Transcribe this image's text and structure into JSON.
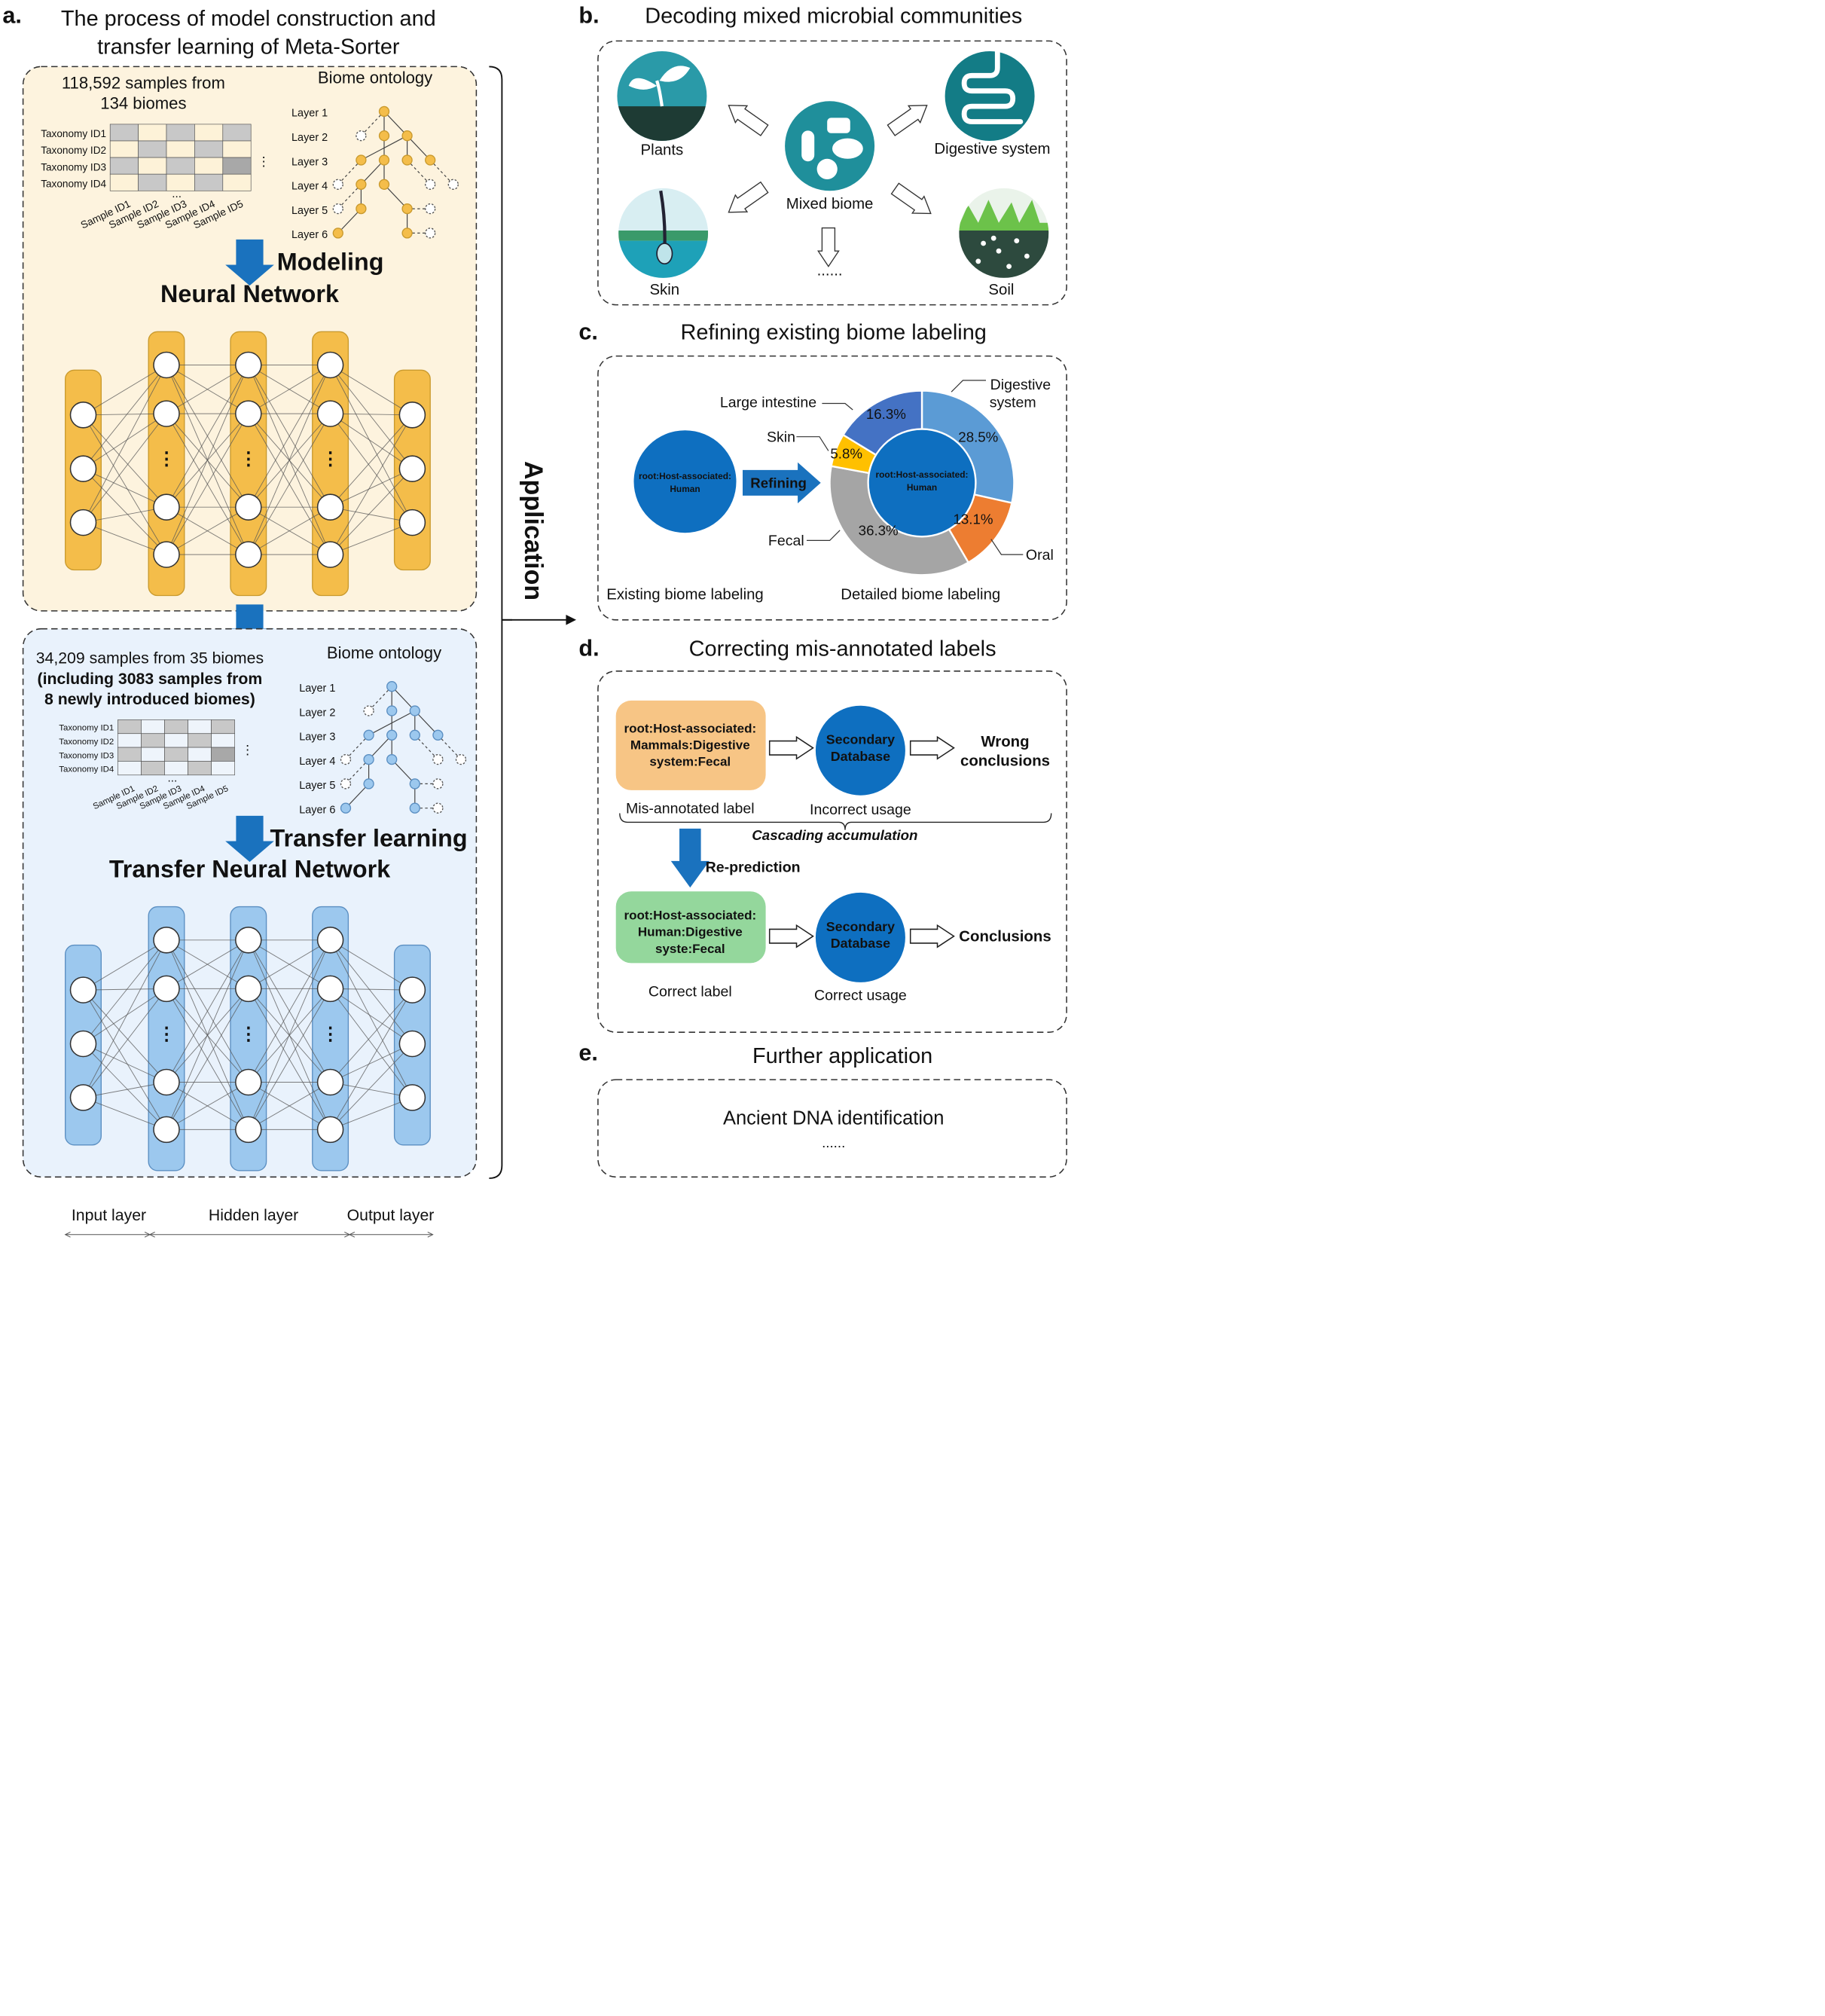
{
  "panel_a": {
    "letter": "a.",
    "title_line1": "The process of model construction and",
    "title_line2": "transfer learning of Meta-Sorter",
    "top": {
      "samples_line1": "118,592 samples from",
      "samples_line2": "134 biomes",
      "ontology_title": "Biome ontology",
      "taxonomy_ids": [
        "Taxonomy ID1",
        "Taxonomy ID2",
        "Taxonomy ID3",
        "Taxonomy ID4"
      ],
      "sample_ids": [
        "Sample ID1",
        "Sample ID2",
        "Sample ID3",
        "Sample ID4",
        "Sample ID5"
      ],
      "layers": [
        "Layer 1",
        "Layer 2",
        "Layer 3",
        "Layer 4",
        "Layer 5",
        "Layer 6"
      ],
      "arrow_label": "Modeling",
      "network_title": "Neural Network",
      "layer_labels": [
        "Input layer",
        "Hidden layer",
        "Output layer"
      ],
      "node_color": "#f4bd4a",
      "panel_color": "#fdf3de"
    },
    "bottom": {
      "samples_line1": "34,209 samples from 35 biomes",
      "samples_line2": "(including 3083 samples from",
      "samples_line3": "8 newly introduced biomes)",
      "ontology_title": "Biome ontology",
      "taxonomy_ids": [
        "Taxonomy ID1",
        "Taxonomy ID2",
        "Taxonomy ID3",
        "Taxonomy ID4"
      ],
      "sample_ids": [
        "Sample ID1",
        "Sample ID2",
        "Sample ID3",
        "Sample ID4",
        "Sample ID5"
      ],
      "layers": [
        "Layer 1",
        "Layer 2",
        "Layer 3",
        "Layer 4",
        "Layer 5",
        "Layer 6"
      ],
      "arrow_label": "Transfer learning",
      "network_title": "Transfer Neural Network",
      "layer_labels": [
        "Input layer",
        "Hidden layer",
        "Output layer"
      ],
      "node_color": "#9cc8ee",
      "panel_color": "#e9f2fc"
    },
    "ellipsis": "⋮",
    "dots": "..."
  },
  "application_label": "Application",
  "panel_b": {
    "letter": "b.",
    "title": "Decoding mixed microbial communities",
    "center": "Mixed biome",
    "items": [
      "Plants",
      "Digestive system",
      "Skin",
      "Soil"
    ],
    "more": "......"
  },
  "panel_c": {
    "letter": "c.",
    "title": "Refining existing biome labeling",
    "existing_label": "root:Host-associated:\nHuman",
    "center_label": "root:Host-associated:\nHuman",
    "arrow_label": "Refining",
    "caption_left": "Existing biome labeling",
    "caption_right": "Detailed biome labeling",
    "chart_data": {
      "type": "pie",
      "categories": [
        "Digestive system",
        "Oral",
        "Fecal",
        "Skin",
        "Large intestine"
      ],
      "values": [
        28.5,
        13.1,
        36.3,
        5.8,
        16.3
      ],
      "value_labels": [
        "28.5%",
        "13.1%",
        "36.3%",
        "5.8%",
        "16.3%"
      ],
      "colors": [
        "#5b9bd5",
        "#ed7d31",
        "#a5a5a5",
        "#ffc000",
        "#4472c4"
      ]
    }
  },
  "panel_d": {
    "letter": "d.",
    "title": "Correcting mis-annotated labels",
    "wrong_box": "root:Host-associated:\nMammals:Digestive\nsystem:Fecal",
    "wrong_caption": "Mis-annotated label",
    "db1": "Secondary\nDatabase",
    "db1_caption": "Incorrect usage",
    "wrong_result": "Wrong\nconclusions",
    "cascade": "Cascading accumulation",
    "reprediction": "Re-prediction",
    "right_box": "root:Host-associated:\nHuman:Digestive\nsyste:Fecal",
    "right_caption": "Correct label",
    "db2": "Secondary\nDatabase",
    "db2_caption": "Correct usage",
    "right_result": "Conclusions"
  },
  "panel_e": {
    "letter": "e.",
    "title": "Further application",
    "item": "Ancient DNA identification",
    "more": "......"
  }
}
